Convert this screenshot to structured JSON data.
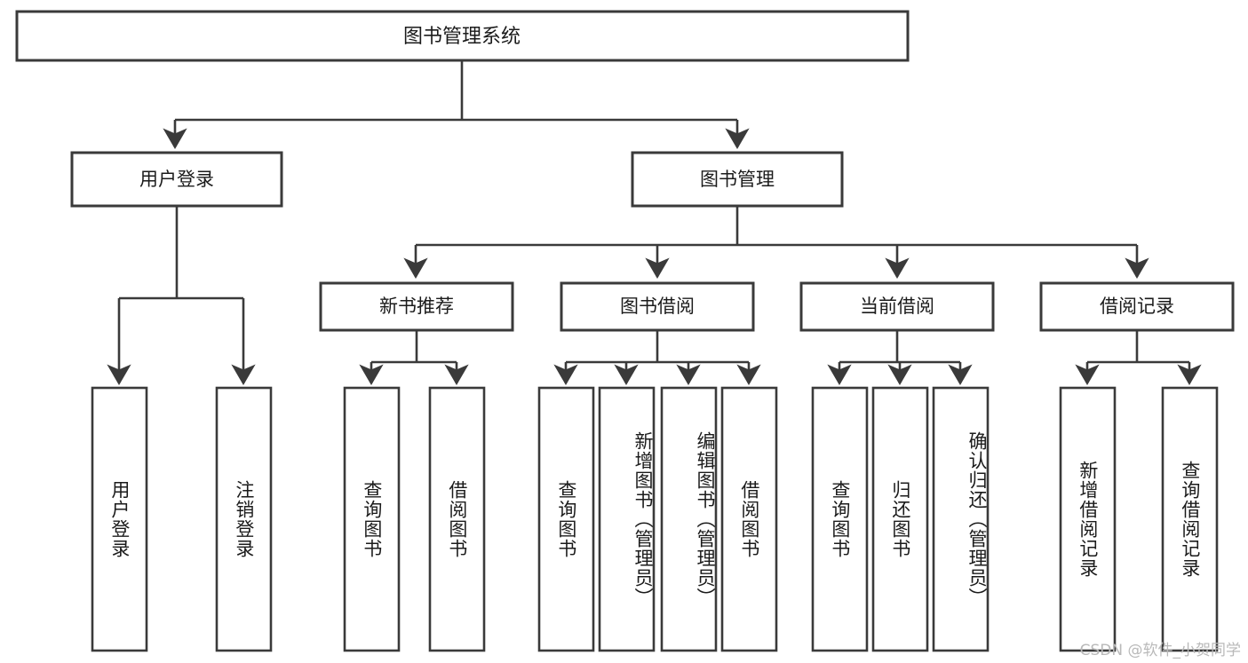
{
  "diagram": {
    "title": "图书管理系统",
    "type": "tree-hierarchy-diagram",
    "colors": {
      "stroke": "#3a3a3a",
      "box_fill": "#ffffff",
      "text": "#1b1b1b",
      "background": "#ffffff",
      "watermark": "#b9b9b9"
    },
    "root": {
      "label": "图书管理系统"
    },
    "level2": [
      {
        "label": "用户登录"
      },
      {
        "label": "图书管理"
      }
    ],
    "level3": [
      {
        "label": "新书推荐"
      },
      {
        "label": "图书借阅"
      },
      {
        "label": "当前借阅"
      },
      {
        "label": "借阅记录"
      }
    ],
    "leaves": {
      "user_login": [
        {
          "label": "用户登录"
        },
        {
          "label": "注销登录"
        }
      ],
      "new_book_recommend": [
        {
          "label": "查询图书"
        },
        {
          "label": "借阅图书"
        }
      ],
      "book_borrow": [
        {
          "label": "查询图书"
        },
        {
          "label": "新增图书（管理员）"
        },
        {
          "label": "编辑图书（管理员）"
        },
        {
          "label": "借阅图书"
        }
      ],
      "current_borrow": [
        {
          "label": "查询图书"
        },
        {
          "label": "归还图书"
        },
        {
          "label": "确认归还（管理员）"
        }
      ],
      "borrow_record": [
        {
          "label": "新增借阅记录"
        },
        {
          "label": "查询借阅记录"
        }
      ]
    }
  },
  "watermark": {
    "text": "CSDN @软件_小贺同学"
  }
}
